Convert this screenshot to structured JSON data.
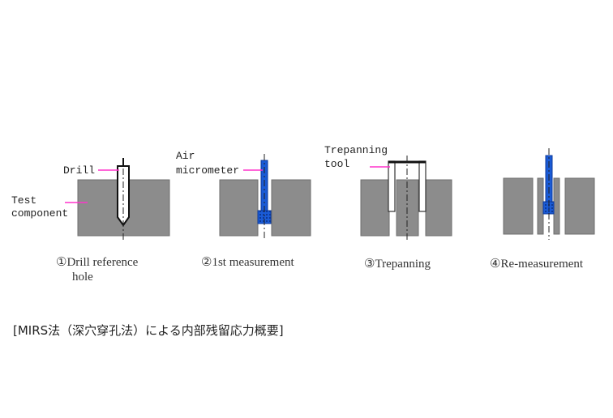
{
  "colors": {
    "block": "#8c8c8c",
    "block_edge": "#6e6e6e",
    "leader": "#ff33cc",
    "micrometer": "#1a5bd6",
    "tool": "#111111"
  },
  "labels": {
    "test_component": [
      "Test",
      "component"
    ],
    "drill": "Drill",
    "air_micrometer": [
      "Air",
      "micrometer"
    ],
    "trepanning_tool": [
      "Trepanning",
      "tool"
    ]
  },
  "steps": [
    {
      "caption": [
        "①Drill reference",
        "hole"
      ]
    },
    {
      "caption": [
        "②1st measurement"
      ]
    },
    {
      "caption": [
        "③Trepanning"
      ]
    },
    {
      "caption": [
        "④Re-measurement"
      ]
    }
  ],
  "figure_caption": "[MIRS法（深穴穿孔法）による内部残留応力概要]"
}
